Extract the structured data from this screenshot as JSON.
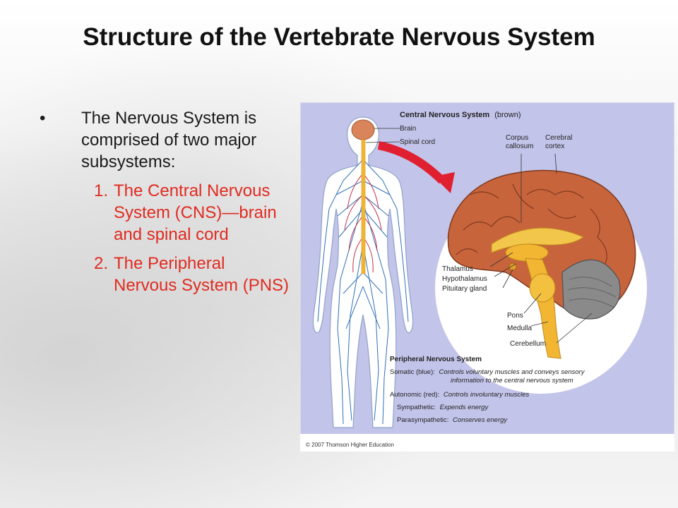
{
  "slide": {
    "title": "Structure of the Vertebrate Nervous System",
    "bullet_marker": "•",
    "bullet_text": "The Nervous System is comprised of two major subsystems:",
    "items": [
      {
        "number": "1.",
        "text": "The Central Nervous System (CNS)—brain and spinal cord"
      },
      {
        "number": "2.",
        "text": "The Peripheral Nervous System (PNS)"
      }
    ]
  },
  "figure": {
    "cns_heading": "Central Nervous System",
    "cns_heading_note": "(brown)",
    "label_brain": "Brain",
    "label_spinal_cord": "Spinal cord",
    "label_corpus_1": "Corpus",
    "label_corpus_2": "callosum",
    "label_cerebral_1": "Cerebral",
    "label_cerebral_2": "cortex",
    "label_thalamus": "Thalamus",
    "label_hypothalamus": "Hypothalamus",
    "label_pituitary": "Pituitary gland",
    "label_pons": "Pons",
    "label_medulla": "Medulla",
    "label_cerebellum": "Cerebellum",
    "pns_heading": "Peripheral Nervous System",
    "somatic_term": "Somatic (blue):",
    "somatic_desc_1": "Controls voluntary muscles and conveys sensory",
    "somatic_desc_2": "information to the central nervous system",
    "autonomic_term": "Autonomic (red):",
    "autonomic_desc": "Controls involuntary muscles",
    "sympathetic_term": "Sympathetic:",
    "sympathetic_desc": "Expends energy",
    "parasympathetic_term": "Parasympathetic:",
    "parasympathetic_desc": "Conserves energy",
    "credit": "© 2007 Thomson Higher Education",
    "colors": {
      "panel": "#c3c4ea",
      "brain": "#c8643c",
      "spinal": "#f2b632",
      "somatic_nerves": "#2f6fb8",
      "autonomic_nerves": "#c0304a",
      "arrow": "#e02030",
      "cerebellum": "#8a8a8a"
    }
  }
}
